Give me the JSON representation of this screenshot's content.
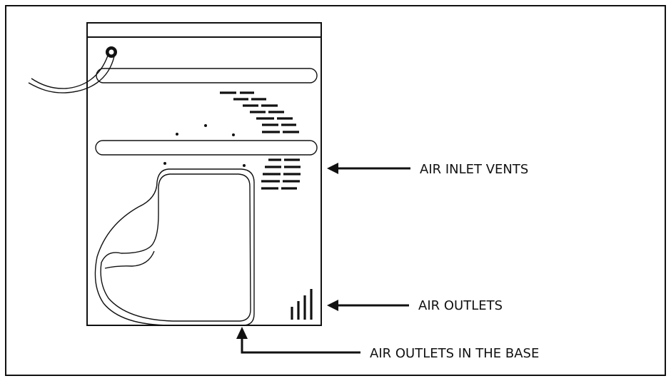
{
  "labels": {
    "inlet": "AIR INLET VENTS",
    "outlets": "AIR OUTLETS",
    "base": "AIR OUTLETS IN THE BASE"
  },
  "colors": {
    "stroke": "#111111",
    "background": "#ffffff"
  }
}
